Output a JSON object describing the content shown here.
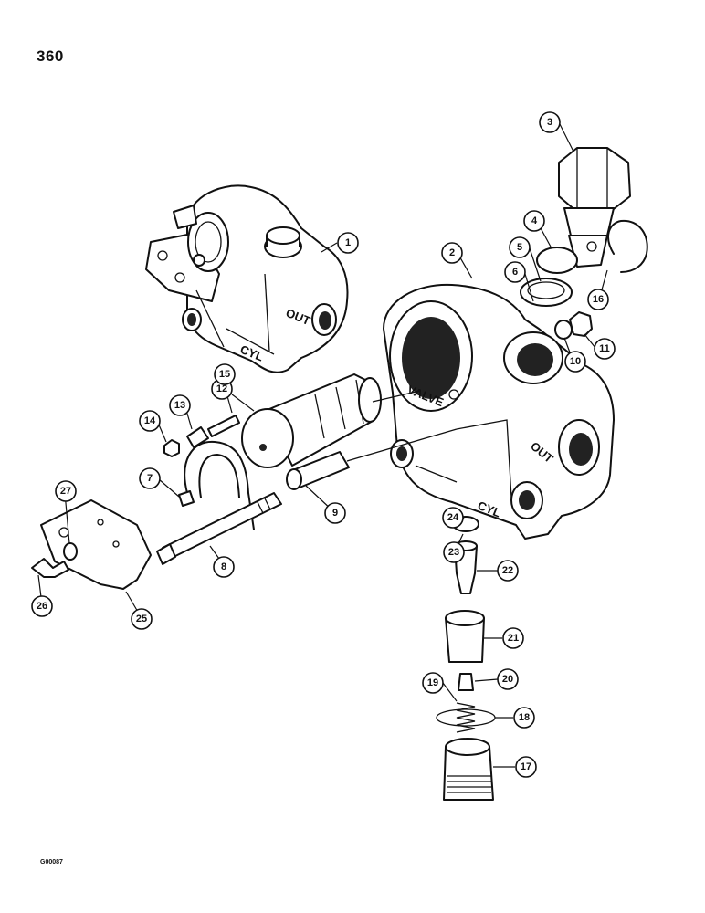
{
  "page_number": "360",
  "drawing_code": "G00087",
  "casting_markings": {
    "out": "OUT",
    "cyl": "CYL",
    "valve": "VALVE"
  },
  "callouts": [
    "1",
    "2",
    "3",
    "4",
    "5",
    "6",
    "7",
    "8",
    "9",
    "10",
    "11",
    "12",
    "13",
    "14",
    "15",
    "16",
    "17",
    "18",
    "19",
    "20",
    "21",
    "22",
    "23",
    "24",
    "25",
    "26",
    "27"
  ]
}
